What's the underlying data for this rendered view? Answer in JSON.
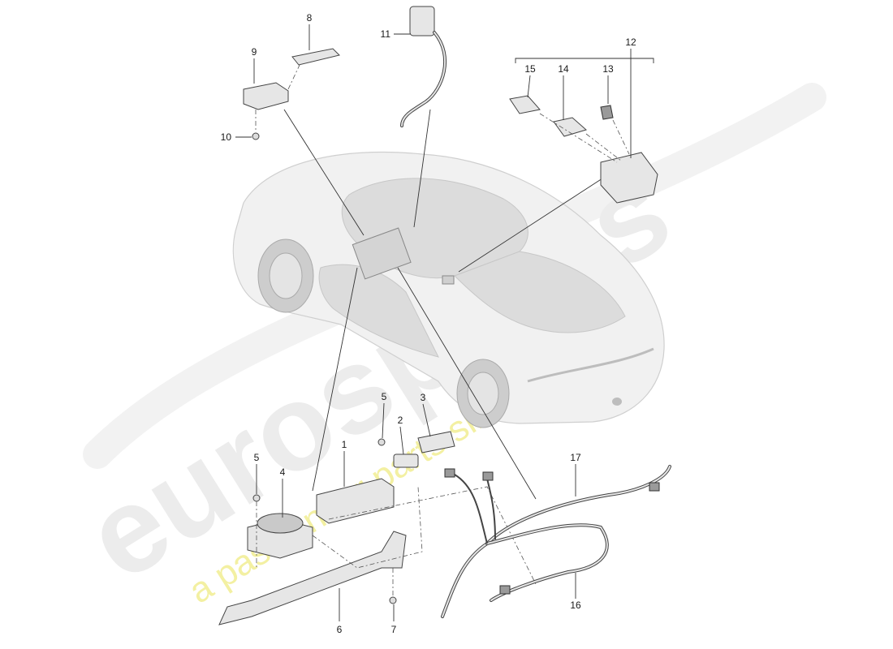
{
  "watermark": {
    "brand": "eurospares",
    "slogan": "a passion for parts since 1985"
  },
  "callouts": [
    {
      "id": "c1",
      "label": "1"
    },
    {
      "id": "c2",
      "label": "2"
    },
    {
      "id": "c3",
      "label": "3"
    },
    {
      "id": "c4",
      "label": "4"
    },
    {
      "id": "c5a",
      "label": "5"
    },
    {
      "id": "c5b",
      "label": "5"
    },
    {
      "id": "c6",
      "label": "6"
    },
    {
      "id": "c7",
      "label": "7"
    },
    {
      "id": "c8",
      "label": "8"
    },
    {
      "id": "c9",
      "label": "9"
    },
    {
      "id": "c10",
      "label": "10"
    },
    {
      "id": "c11",
      "label": "11"
    },
    {
      "id": "c12",
      "label": "12"
    },
    {
      "id": "c13",
      "label": "13"
    },
    {
      "id": "c14",
      "label": "14"
    },
    {
      "id": "c15",
      "label": "15"
    },
    {
      "id": "c16",
      "label": "16"
    },
    {
      "id": "c17",
      "label": "17"
    }
  ]
}
